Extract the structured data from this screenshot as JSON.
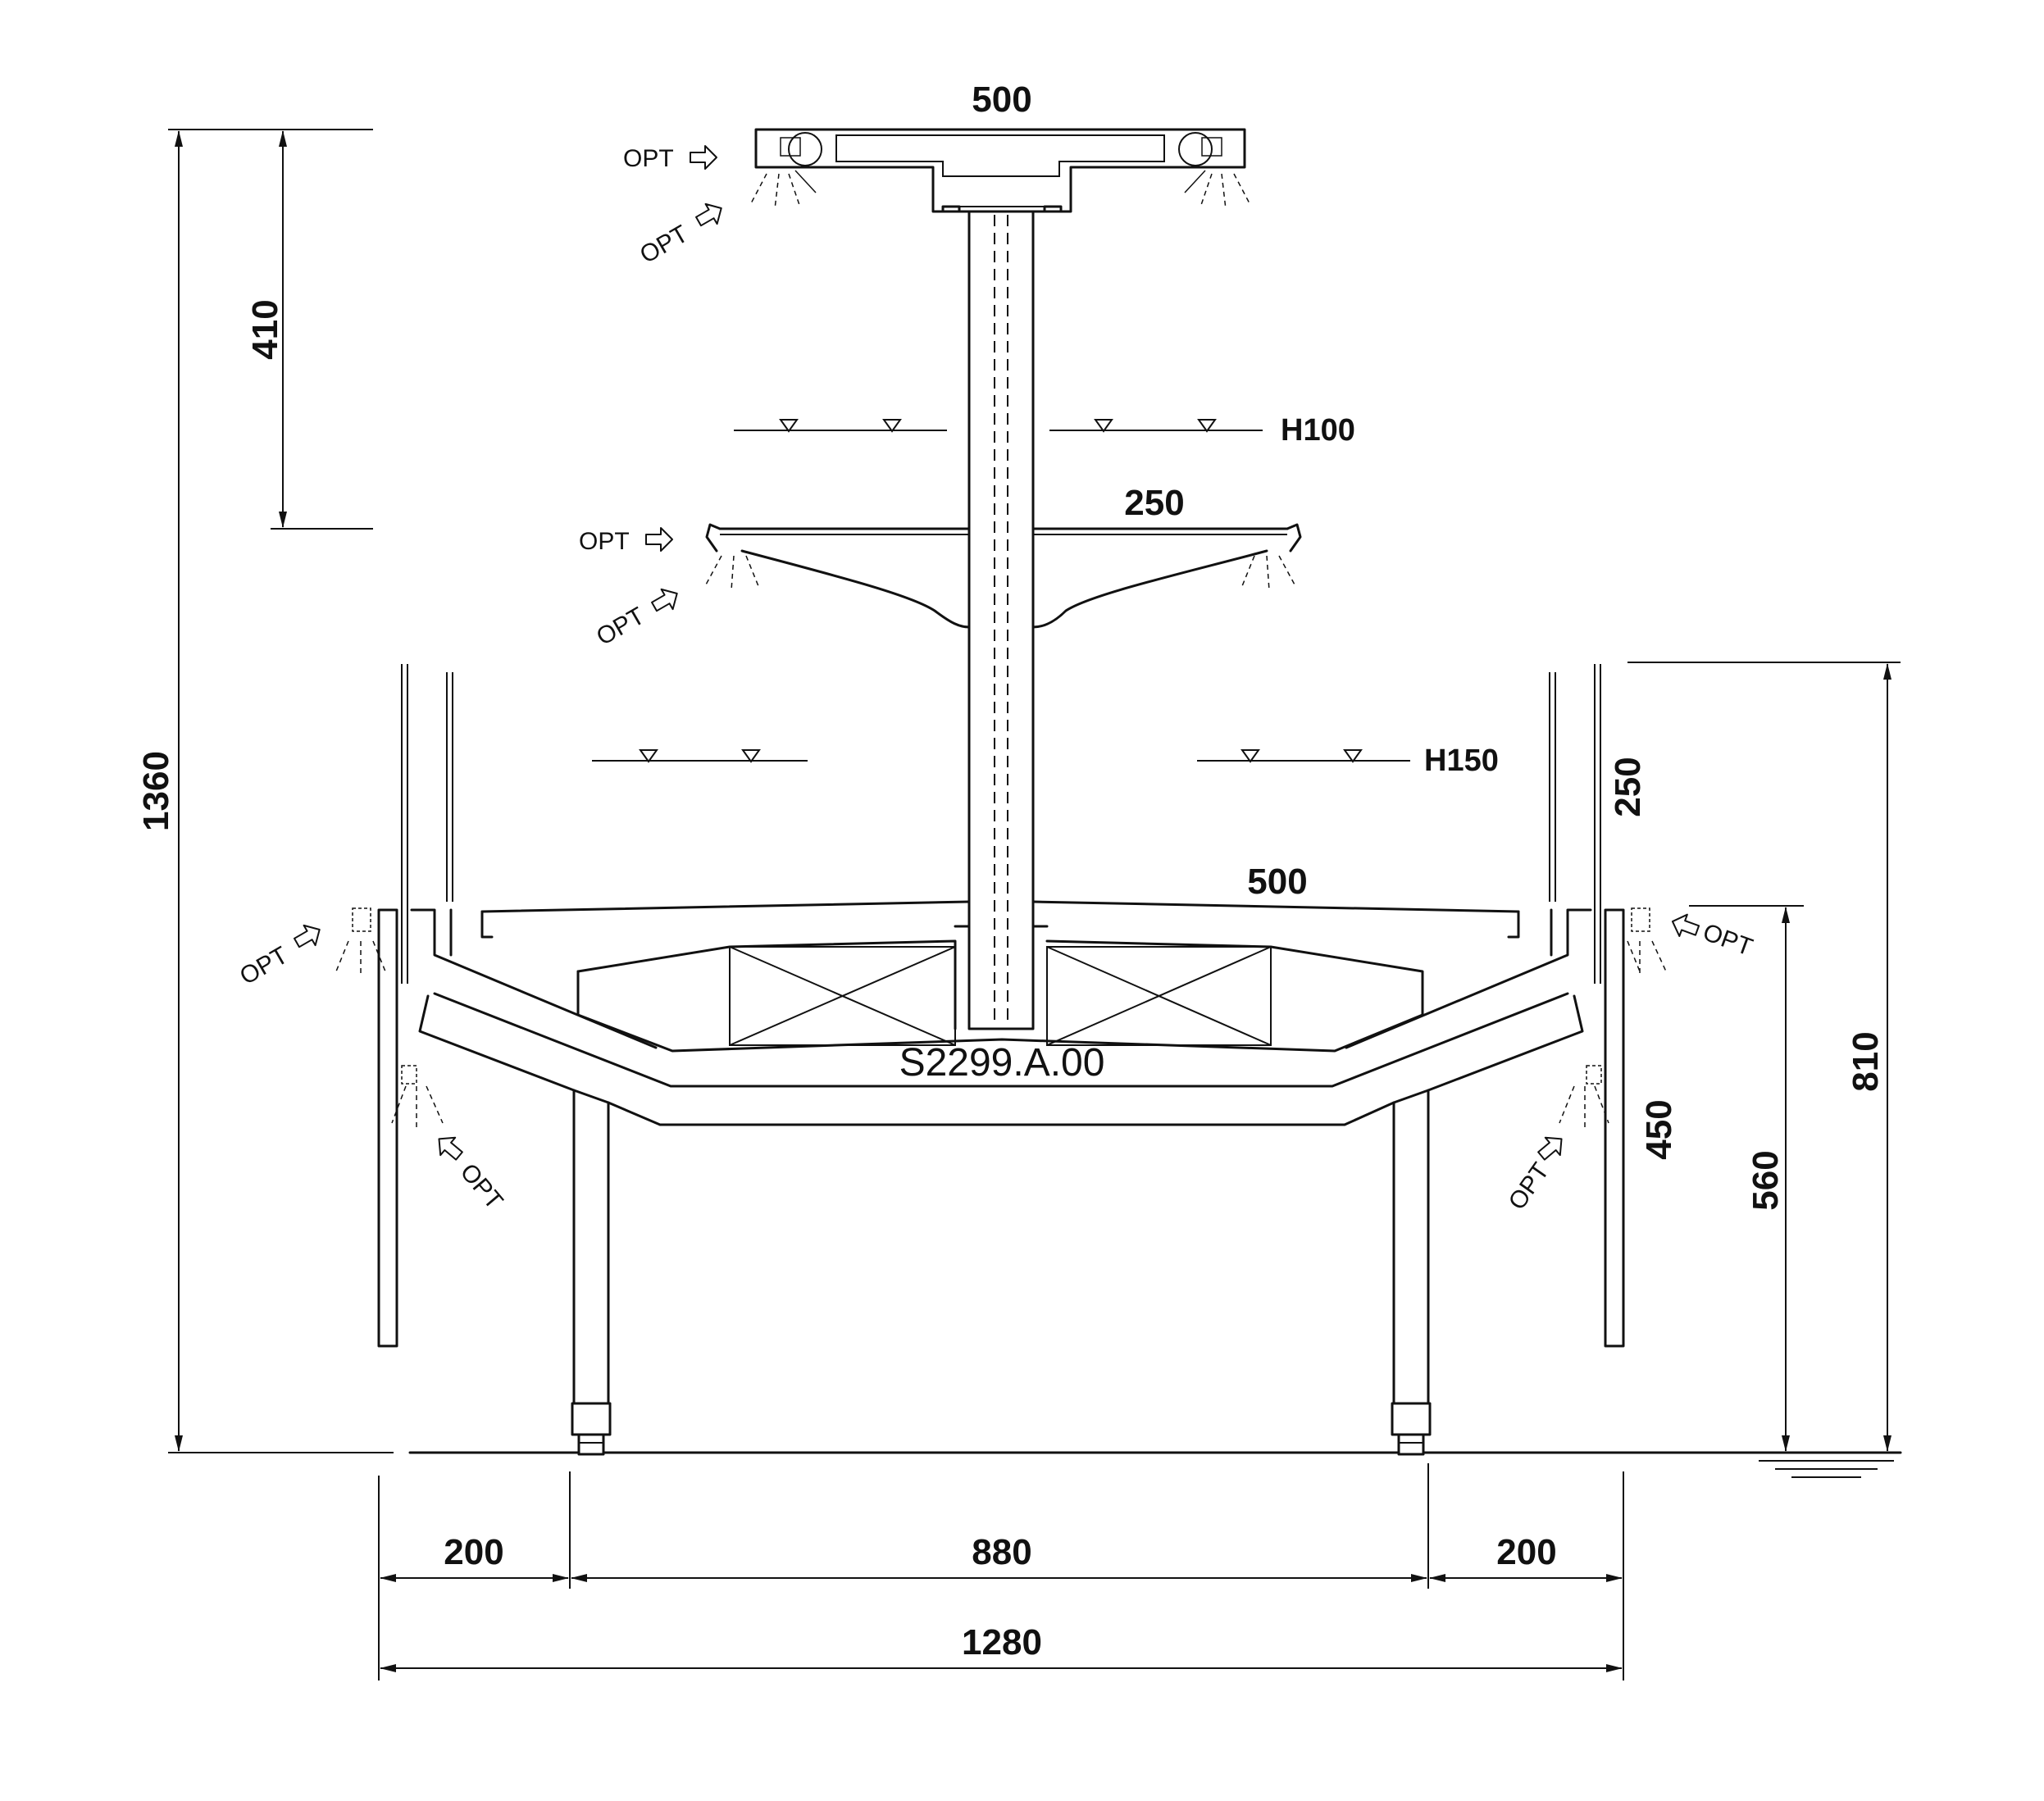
{
  "drawing": {
    "code": "S2299.A.00",
    "dimensions": {
      "top_shelf_width": "500",
      "total_height": "1360",
      "top_offset": "410",
      "middle_shelf_width": "250",
      "base_shelf_width": "500",
      "side_panel_height": "250",
      "side_lower_height": "450",
      "front_height": "560",
      "back_height": "810",
      "left_side": "200",
      "center_span": "880",
      "right_side": "200",
      "overall_width": "1280"
    },
    "levels": {
      "upper": "H100",
      "lower": "H150"
    },
    "option_label": "OPT",
    "option_callout_count": 8
  }
}
